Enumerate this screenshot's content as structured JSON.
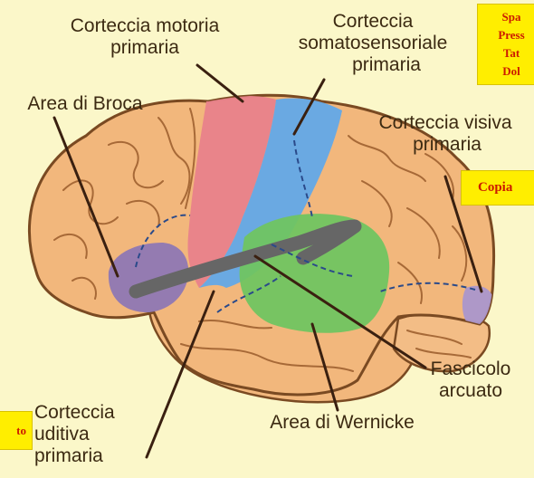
{
  "labels": {
    "motor": [
      "Corteccia motoria",
      "primaria"
    ],
    "somato": [
      "Corteccia",
      "somatosensoriale",
      "primaria"
    ],
    "broca": "Area di Broca",
    "visual": [
      "Corteccia visiva",
      "primaria"
    ],
    "fascicolo": [
      "Fascicolo",
      "arcuato"
    ],
    "wernicke": "Area di Wernicke",
    "uditiva": [
      "Corteccia",
      "uditiva",
      "primaria"
    ]
  },
  "side_labels": {
    "top_right": [
      "Spa",
      "Press",
      "Tat",
      "Dol"
    ],
    "right_mid": "Copia",
    "left_bottom": "to"
  },
  "colors": {
    "background": "#fbf7c9",
    "brain": "#f2b77c",
    "motor": "#e8818b",
    "somatosensory": "#62a8e8",
    "broca": "#8e77b4",
    "wernicke": "#70c461",
    "visual": "#aa96cc",
    "tract": "#666666",
    "label_box": "#ffee00",
    "label_box_text": "#cc1a00"
  }
}
